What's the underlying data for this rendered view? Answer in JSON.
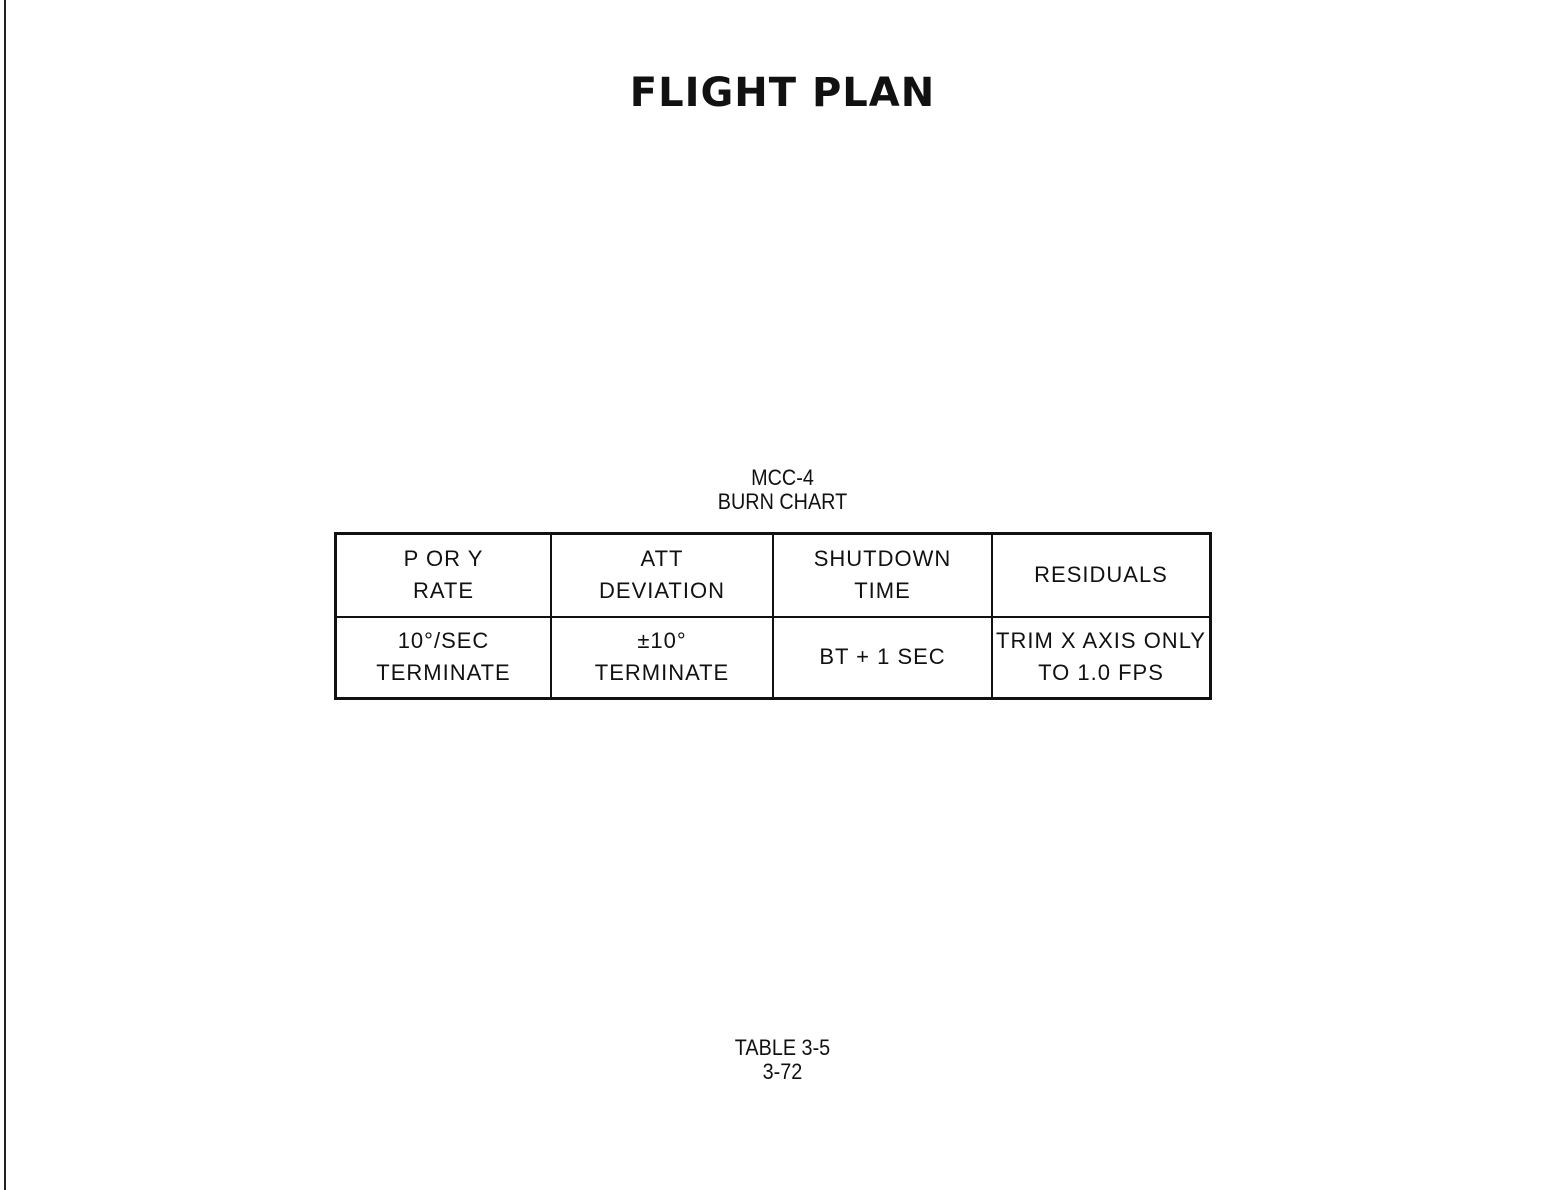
{
  "header": {
    "title": "FLIGHT PLAN"
  },
  "chart": {
    "title_line1": "MCC-4",
    "title_line2": "BURN CHART"
  },
  "table": {
    "headers": [
      [
        "P OR Y",
        "RATE"
      ],
      [
        "ATT",
        "DEVIATION"
      ],
      [
        "SHUTDOWN",
        "TIME"
      ],
      [
        "RESIDUALS"
      ]
    ],
    "row": [
      [
        "10°/SEC",
        "TERMINATE"
      ],
      [
        "±10°",
        "TERMINATE"
      ],
      [
        "BT + 1 SEC"
      ],
      [
        "TRIM X AXIS ONLY",
        "TO 1.0 FPS"
      ]
    ]
  },
  "footer": {
    "table_label": "TABLE 3-5",
    "page_number": "3-72"
  }
}
